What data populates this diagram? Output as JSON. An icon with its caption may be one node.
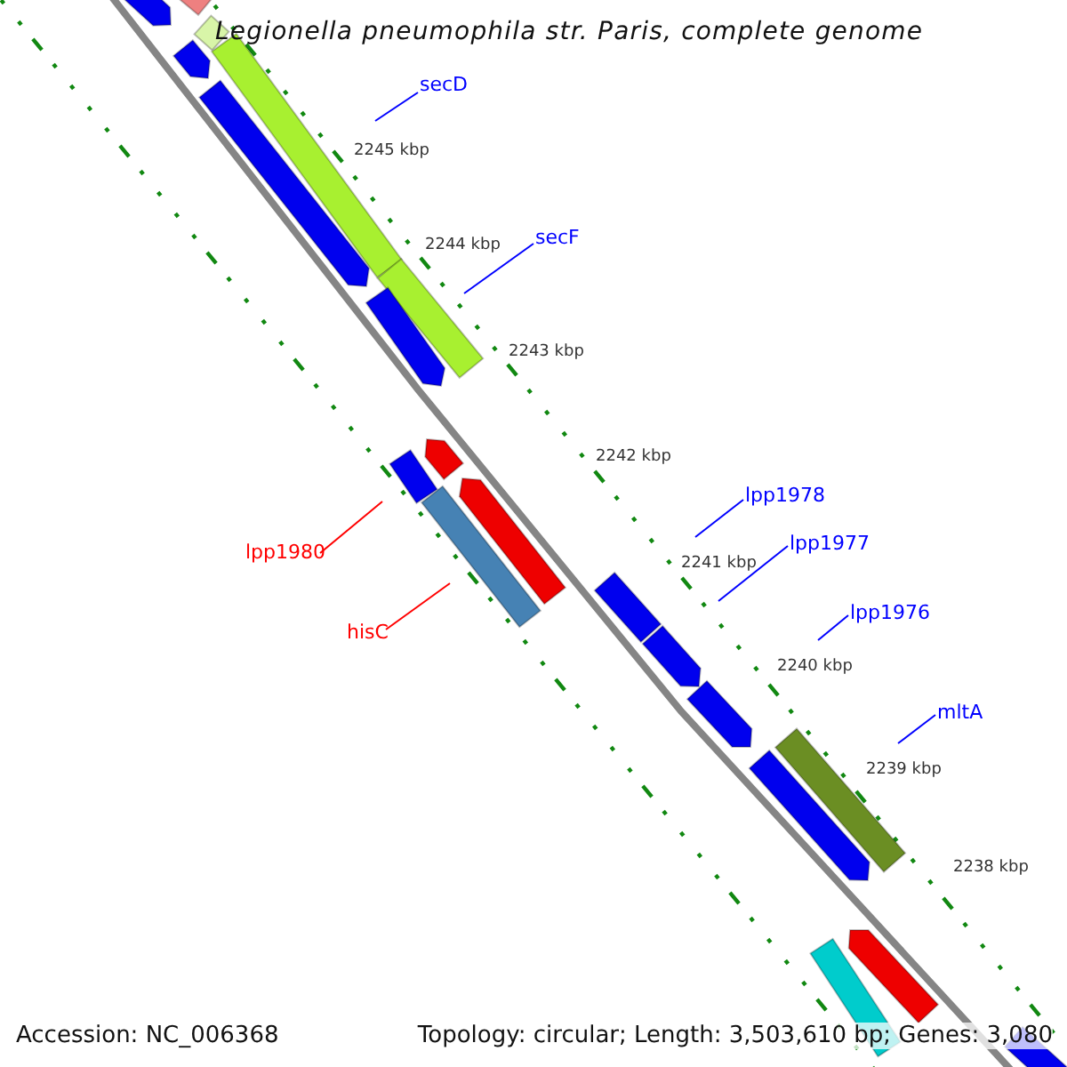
{
  "diagram": {
    "title": "Legionella pneumophila str. Paris, complete genome",
    "nodes": [
      {
        "text": [
          "secD"
        ]
      },
      {
        "text": [
          "secF"
        ]
      },
      {
        "text": [
          "lpp1980"
        ]
      },
      {
        "text": [
          "hisC"
        ]
      },
      {
        "text": [
          "lpp1978"
        ]
      },
      {
        "text": [
          "lpp1977"
        ]
      },
      {
        "text": [
          "lpp1976"
        ]
      },
      {
        "text": [
          "mltA"
        ]
      }
    ],
    "edges": [
      {
        "from": 0,
        "to": null,
        "arrow": "none",
        "color": "#0000ff"
      },
      {
        "from": 1,
        "to": null,
        "arrow": "none",
        "color": "#0000ff"
      },
      {
        "from": 2,
        "to": null,
        "arrow": "none",
        "color": "#ff0000"
      },
      {
        "from": 3,
        "to": null,
        "arrow": "none",
        "color": "#ff0000"
      },
      {
        "from": 4,
        "to": null,
        "arrow": "none",
        "color": "#0000ff"
      },
      {
        "from": 5,
        "to": null,
        "arrow": "none",
        "color": "#0000ff"
      },
      {
        "from": 6,
        "to": null,
        "arrow": "none",
        "color": "#0000ff"
      },
      {
        "from": 7,
        "to": null,
        "arrow": "none",
        "color": "#0000ff"
      }
    ],
    "labels": [
      "2245 kbp",
      "2244 kbp",
      "2243 kbp",
      "2242 kbp",
      "2241 kbp",
      "2240 kbp",
      "2239 kbp",
      "2238 kbp",
      "Accession: NC_006368",
      "Topology: circular; Length: 3,503,610 bp; Genes: 3,080"
    ]
  }
}
